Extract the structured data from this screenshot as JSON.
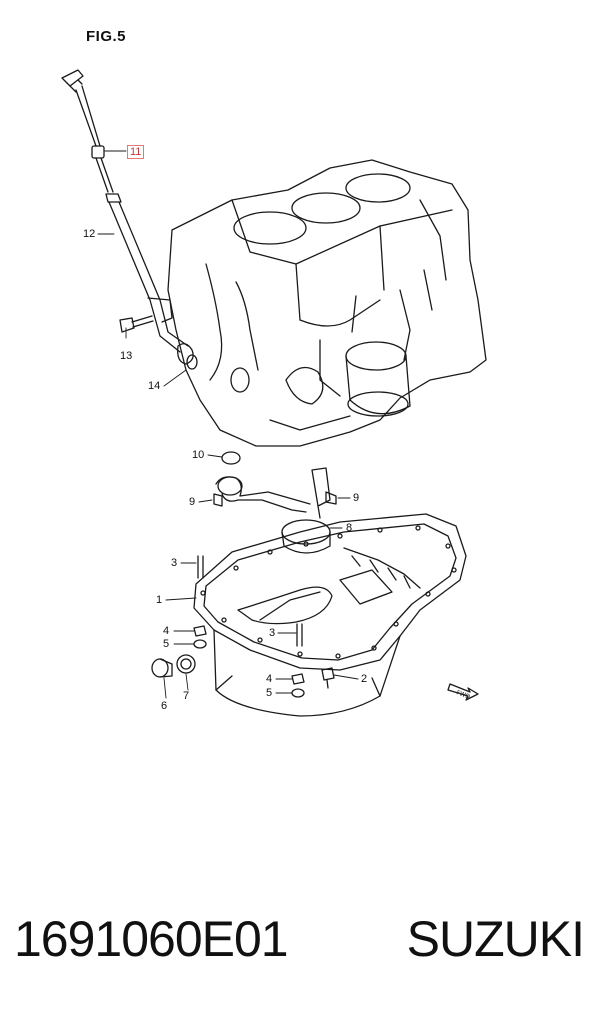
{
  "figure": {
    "title": "FIG.5"
  },
  "callouts": {
    "c11": "11",
    "c12": "12",
    "c13": "13",
    "c14": "14",
    "c10": "10",
    "c9a": "9",
    "c9b": "9",
    "c8": "8",
    "c3a": "3",
    "c1": "1",
    "c4a": "4",
    "c5a": "5",
    "c3b": "3",
    "c6": "6",
    "c7": "7",
    "c4b": "4",
    "c5b": "5",
    "c2": "2"
  },
  "badge": {
    "fwd": "FWD"
  },
  "footer": {
    "part_number": "1691060E01",
    "brand": "SUZUKI"
  },
  "colors": {
    "line": "#1a1a1a",
    "highlight": "#c23b3b"
  }
}
